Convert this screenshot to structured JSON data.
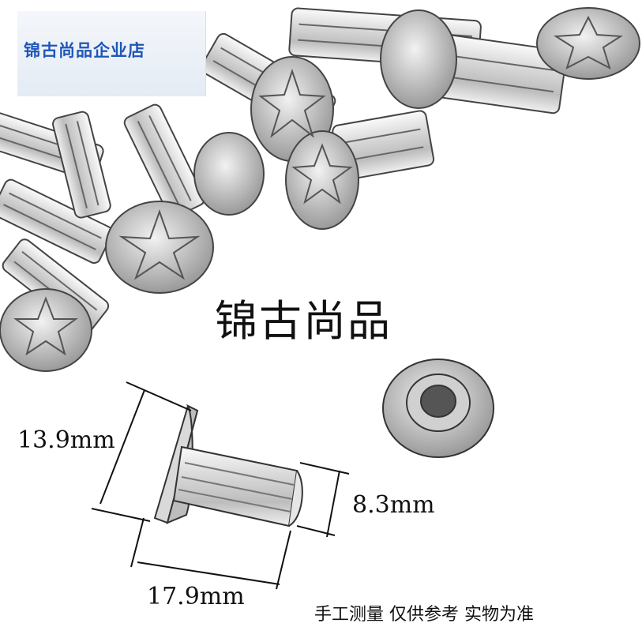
{
  "store_name": "锦古尚品企业店",
  "brand": "锦古尚品",
  "dimensions": {
    "head_diameter": "13.9mm",
    "shank_diameter": "8.3mm",
    "length": "17.9mm"
  },
  "note": "手工测量 仅供参考 实物为准"
}
